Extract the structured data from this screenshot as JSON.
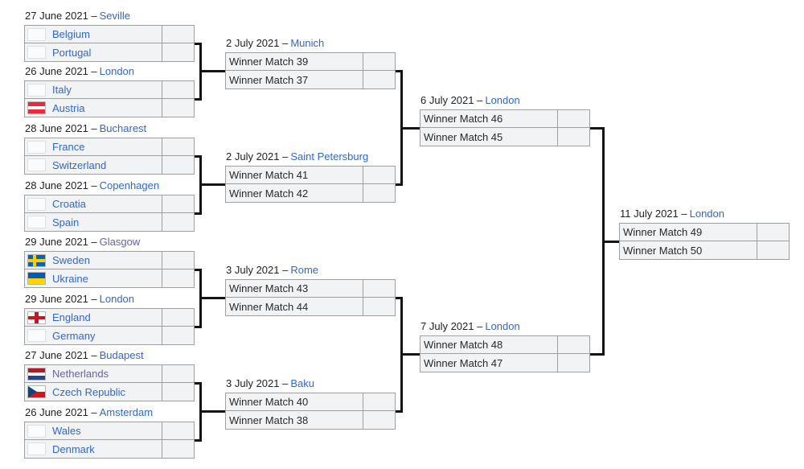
{
  "colors": {
    "link_blue": "#3366cc",
    "visited_link_purple": "#6a5fa8",
    "row_background": "#f2f3f4",
    "table_border": "#9f9f9f",
    "connector_black": "#141414",
    "date_text": "#202122"
  },
  "icons": {
    "flags_shown": [
      "austria-flag-icon",
      "sweden-flag-icon",
      "ukraine-flag-icon",
      "england-flag-icon",
      "netherlands-flag-icon",
      "czech-republic-flag-icon"
    ]
  },
  "bracket": {
    "round_of_16": [
      {
        "date": "27 June 2021 –",
        "city": "Seville",
        "teams": [
          {
            "name": "Belgium",
            "flag": null,
            "score": ""
          },
          {
            "name": "Portugal",
            "flag": null,
            "score": ""
          }
        ]
      },
      {
        "date": "26 June 2021 –",
        "city": "London",
        "teams": [
          {
            "name": "Italy",
            "flag": null,
            "score": ""
          },
          {
            "name": "Austria",
            "flag": "austria",
            "score": ""
          }
        ]
      },
      {
        "date": "28 June 2021 –",
        "city": "Bucharest",
        "teams": [
          {
            "name": "France",
            "flag": null,
            "score": ""
          },
          {
            "name": "Switzerland",
            "flag": null,
            "score": ""
          }
        ]
      },
      {
        "date": "28 June 2021 –",
        "city": "Copenhagen",
        "teams": [
          {
            "name": "Croatia",
            "flag": null,
            "score": ""
          },
          {
            "name": "Spain",
            "flag": null,
            "score": ""
          }
        ]
      },
      {
        "date": "29 June 2021 –",
        "city": "Glasgow",
        "city_visited": true,
        "teams": [
          {
            "name": "Sweden",
            "flag": "sweden",
            "score": ""
          },
          {
            "name": "Ukraine",
            "flag": "ukraine",
            "score": ""
          }
        ]
      },
      {
        "date": "29 June 2021 –",
        "city": "London",
        "teams": [
          {
            "name": "England",
            "flag": "england",
            "score": ""
          },
          {
            "name": "Germany",
            "flag": null,
            "score": ""
          }
        ]
      },
      {
        "date": "27 June 2021 –",
        "city": "Budapest",
        "teams": [
          {
            "name": "Netherlands",
            "flag": "netherlands",
            "visited": true,
            "score": ""
          },
          {
            "name": "Czech Republic",
            "flag": "czech",
            "score": ""
          }
        ]
      },
      {
        "date": "26 June 2021 –",
        "city": "Amsterdam",
        "teams": [
          {
            "name": "Wales",
            "flag": null,
            "score": ""
          },
          {
            "name": "Denmark",
            "flag": null,
            "score": ""
          }
        ]
      }
    ],
    "quarter_finals": [
      {
        "date": "2 July 2021 –",
        "city": "Munich",
        "teams": [
          {
            "name": "Winner Match 39",
            "score": ""
          },
          {
            "name": "Winner Match 37",
            "score": ""
          }
        ]
      },
      {
        "date": "2 July 2021 –",
        "city": "Saint Petersburg",
        "teams": [
          {
            "name": "Winner Match 41",
            "score": ""
          },
          {
            "name": "Winner Match 42",
            "score": ""
          }
        ]
      },
      {
        "date": "3 July 2021 –",
        "city": "Rome",
        "teams": [
          {
            "name": "Winner Match 43",
            "score": ""
          },
          {
            "name": "Winner Match 44",
            "score": ""
          }
        ]
      },
      {
        "date": "3 July 2021 –",
        "city": "Baku",
        "teams": [
          {
            "name": "Winner Match 40",
            "score": ""
          },
          {
            "name": "Winner Match 38",
            "score": ""
          }
        ]
      }
    ],
    "semi_finals": [
      {
        "date": "6 July 2021 –",
        "city": "London",
        "teams": [
          {
            "name": "Winner Match 46",
            "score": ""
          },
          {
            "name": "Winner Match 45",
            "score": ""
          }
        ]
      },
      {
        "date": "7 July 2021 –",
        "city": "London",
        "teams": [
          {
            "name": "Winner Match 48",
            "score": ""
          },
          {
            "name": "Winner Match 47",
            "score": ""
          }
        ]
      }
    ],
    "final": [
      {
        "date": "11 July 2021 –",
        "city": "London",
        "teams": [
          {
            "name": "Winner Match 49",
            "score": ""
          },
          {
            "name": "Winner Match 50",
            "score": ""
          }
        ]
      }
    ]
  }
}
